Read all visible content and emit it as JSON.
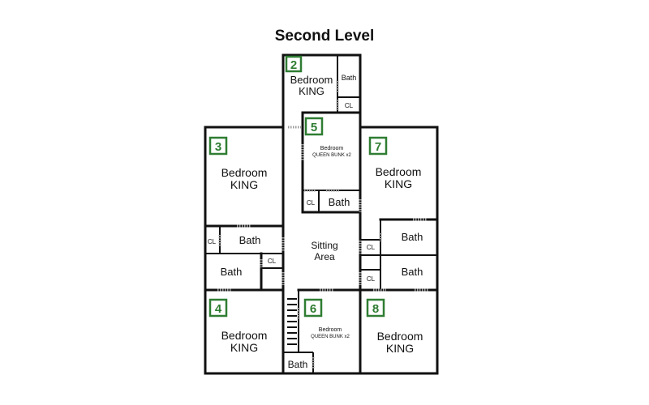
{
  "title": "Second Level",
  "rooms": {
    "r2": {
      "number": "2",
      "line1": "Bedroom",
      "line2": "KING"
    },
    "r3": {
      "number": "3",
      "line1": "Bedroom",
      "line2": "KING"
    },
    "r4": {
      "number": "4",
      "line1": "Bedroom",
      "line2": "KING"
    },
    "r5": {
      "number": "5",
      "line1": "Bedroom",
      "line2": "QUEEN BUNK x2"
    },
    "r6": {
      "number": "6",
      "line1": "Bedroom",
      "line2": "QUEEN BUNK x2"
    },
    "r7": {
      "number": "7",
      "line1": "Bedroom",
      "line2": "KING"
    },
    "r8": {
      "number": "8",
      "line1": "Bedroom",
      "line2": "KING"
    }
  },
  "sitting": {
    "line1": "Sitting",
    "line2": "Area"
  },
  "labels": {
    "bath": "Bath",
    "closet": "CL"
  },
  "colors": {
    "badge": "#2f7d32",
    "wall": "#111111"
  }
}
